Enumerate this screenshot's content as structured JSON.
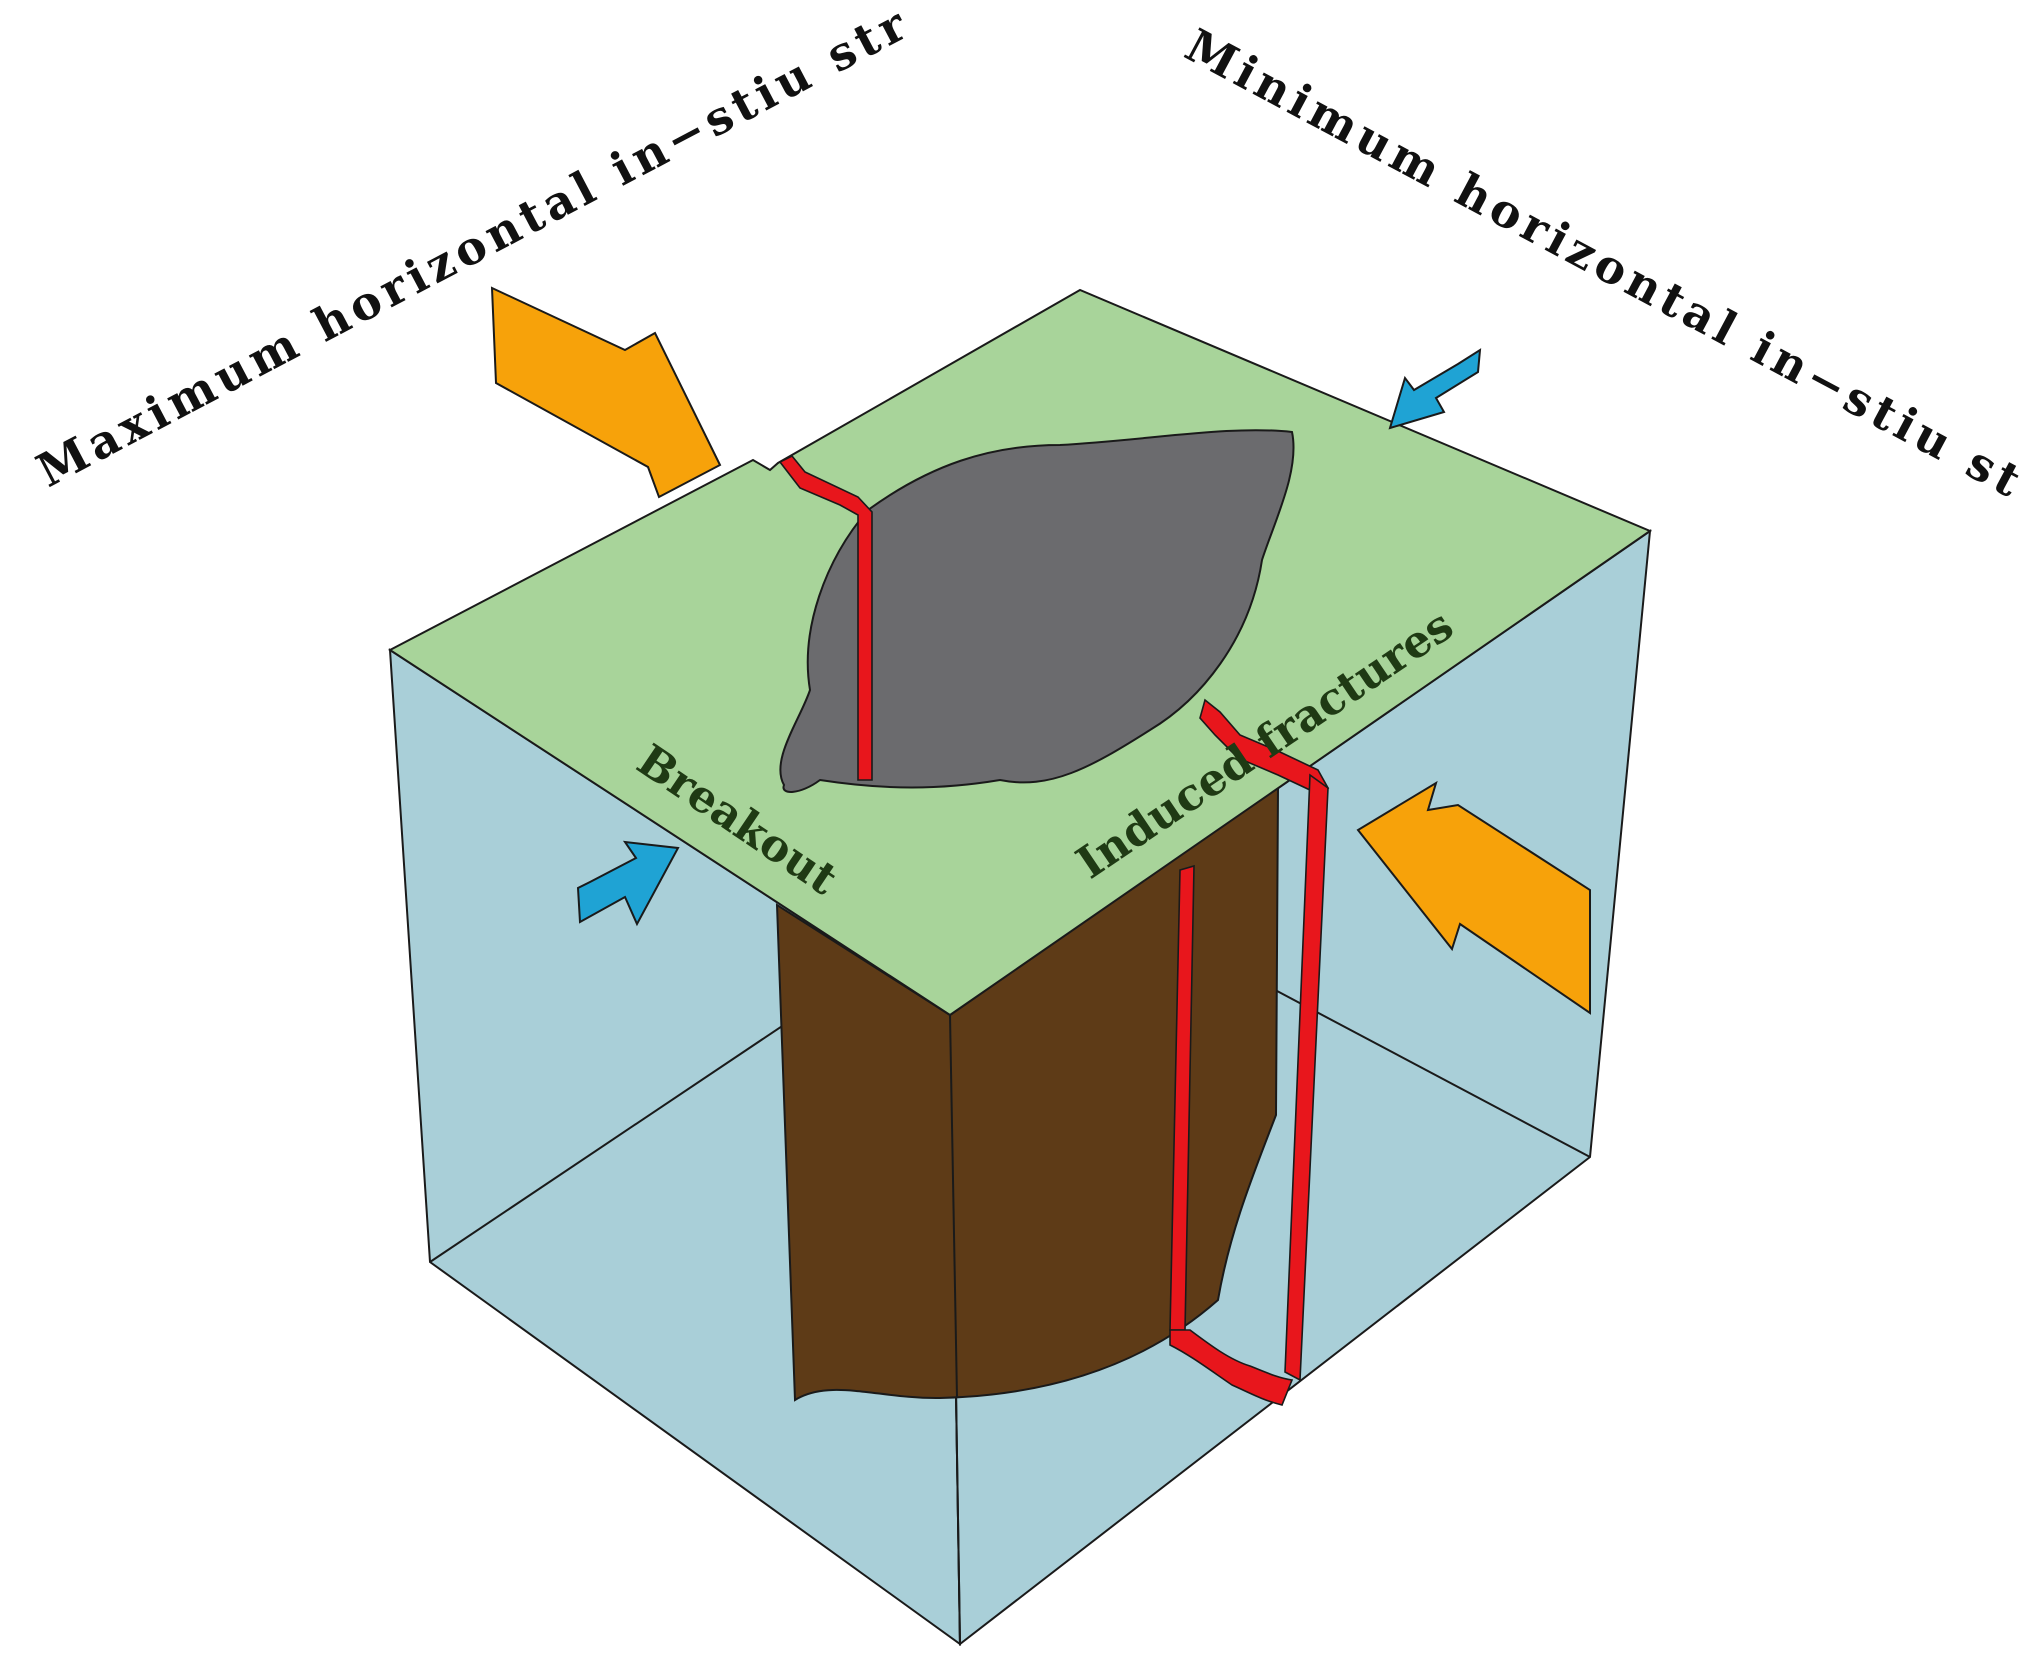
{
  "labels": {
    "max_stress": "Maximum horizontal in−stiu stress",
    "min_stress": "Minimum horizontal in−stiu stress",
    "breakout": "Breakout",
    "induced_fractures": "Induced fractures"
  },
  "colors": {
    "background": "#ffffff",
    "block_side": "#a9cfd8",
    "top_face": "#a8d49a",
    "borehole_top": "#6b6b6e",
    "borehole_wall": "#5e3b17",
    "fracture": "#e8161c",
    "max_stress_arrow": "#f7a20a",
    "min_stress_arrow": "#1fa3d4",
    "outline": "#1a1a1a",
    "label_text": "#111111",
    "face_label_text": "#1f3a14"
  },
  "icons": {
    "max_arrow": "block-arrow-orange",
    "min_arrow": "block-arrow-blue"
  }
}
